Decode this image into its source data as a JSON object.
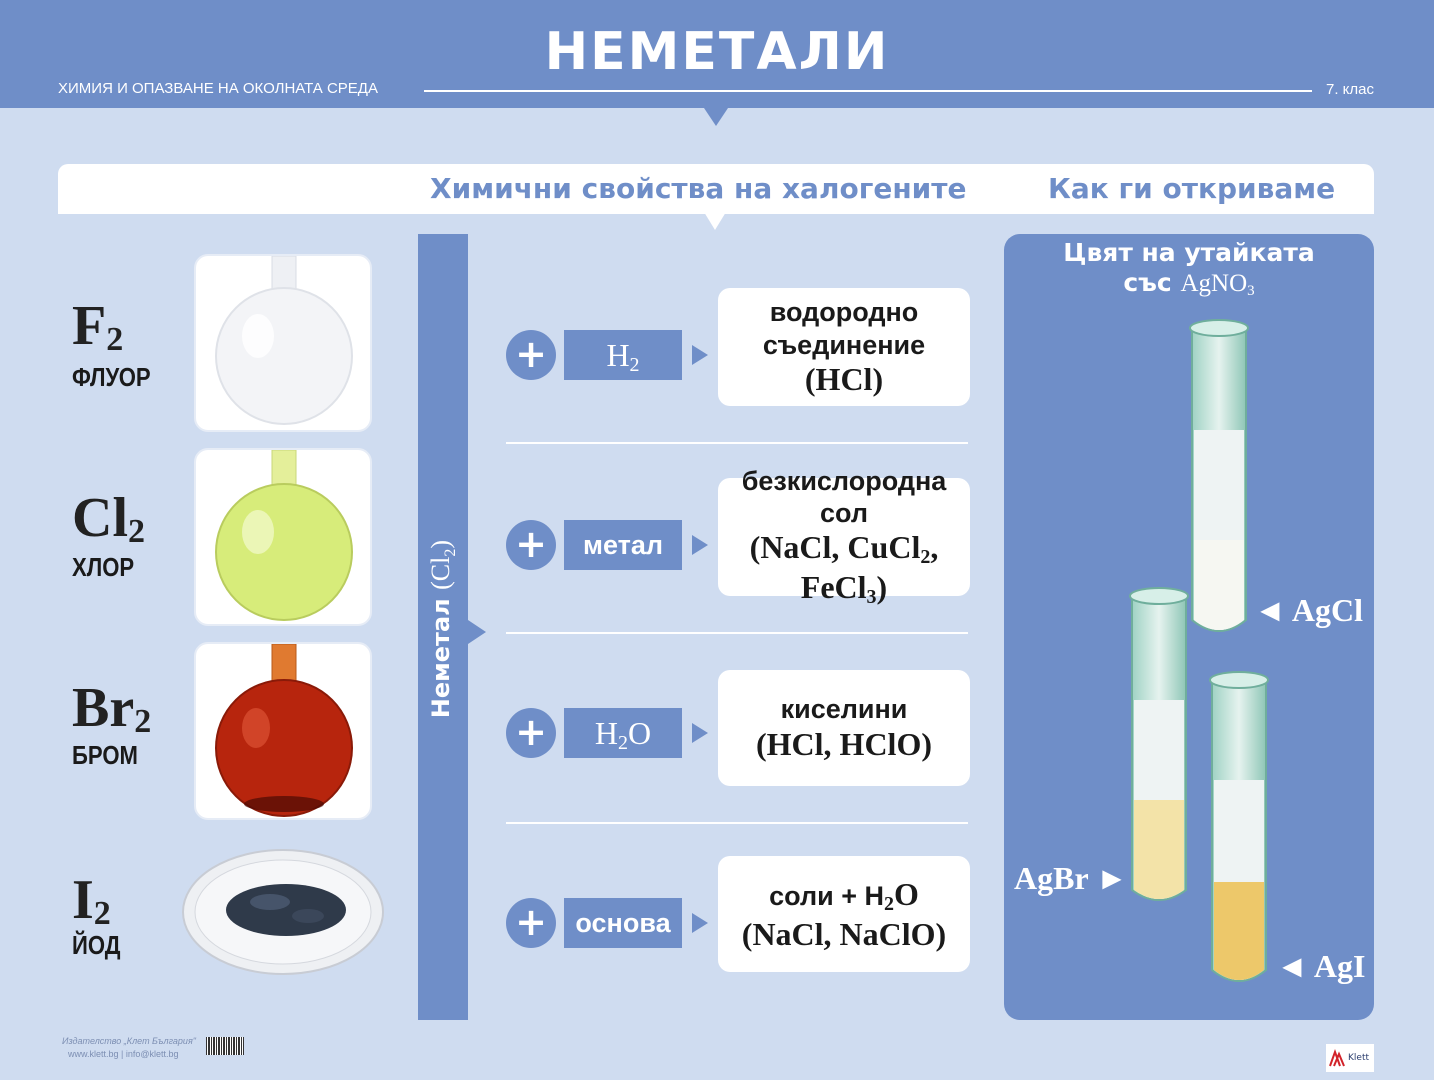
{
  "header": {
    "title": "НЕМЕТАЛИ",
    "subtitle": "ХИМИЯ И ОПАЗВАНЕ НА ОКОЛНАТА СРЕДА",
    "grade": "7. клас"
  },
  "sections": {
    "properties_title": "Химични свойства на халогените",
    "detection_title": "Как ги откриваме"
  },
  "elements": [
    {
      "symbol": "F",
      "sub": "2",
      "name": "ФЛУОР"
    },
    {
      "symbol": "Cl",
      "sub": "2",
      "name": "ХЛОР"
    },
    {
      "symbol": "Br",
      "sub": "2",
      "name": "БРОМ"
    },
    {
      "symbol": "I",
      "sub": "2",
      "name": "ЙОД"
    }
  ],
  "vertical": {
    "label": "Неметал",
    "formula": "(Cl",
    "formula_sub": "2",
    "formula_end": ")"
  },
  "reactions": [
    {
      "plus": "+",
      "reagent_main": "H",
      "reagent_sub": "2",
      "reagent_end": "",
      "product_name1": "водородно",
      "product_name2": "съединение",
      "product_formula": "(HCl)"
    },
    {
      "plus": "+",
      "reagent_word": "метал",
      "product_name1": "безкислородна сол",
      "f_a": "(NaCl, CuCl",
      "f_a_sub": "2",
      "f_a_end": ",",
      "f_b": "FeCl",
      "f_b_sub": "3",
      "f_b_end": ")"
    },
    {
      "plus": "+",
      "reagent_main": "H",
      "reagent_sub": "2",
      "reagent_end": "O",
      "product_name1": "киселини",
      "product_formula": "(HCl, HClO)"
    },
    {
      "plus": "+",
      "reagent_word": "основа",
      "p_a": "соли + H",
      "p_a_sub": "2",
      "p_a_end": "O",
      "product_formula": "(NaCl, NaClO)"
    }
  ],
  "panel": {
    "title_line1": "Цвят на утайката",
    "title_line2": "със",
    "reagent": "AgNO",
    "reagent_sub": "3"
  },
  "tubes": {
    "agcl": "◄ AgCl",
    "agbr": "AgBr ►",
    "agi": "◄ AgI"
  },
  "footer": {
    "publisher": "Издателство „Клет България\"",
    "contacts": "www.klett.bg  |  info@klett.bg",
    "logo": "Klett"
  },
  "colors": {
    "accent": "#6f8ec8",
    "background": "#cfdcf0",
    "chlorine": "#d7ec7a",
    "bromine": "#b7250d"
  }
}
